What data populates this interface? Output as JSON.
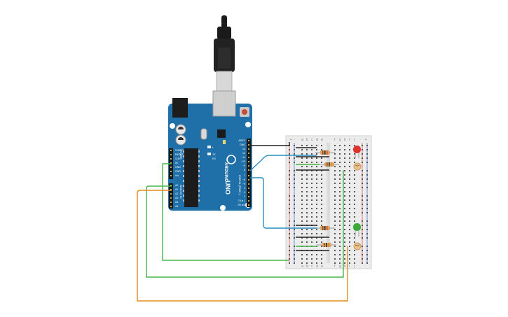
{
  "board": {
    "brand": "ARDUINO",
    "model": "UNO",
    "pin_labels_digital": [
      "AREF",
      "GND",
      "13",
      "12",
      "~11",
      "~10",
      "~9",
      "8",
      "7",
      "~6",
      "~5",
      "4",
      "~3",
      "2",
      "TX►1",
      "RX◄0"
    ],
    "pin_labels_power": [
      "IOREF",
      "RESET",
      "3.3V",
      "5V",
      "GND",
      "GND",
      "Vin"
    ],
    "pin_labels_analog": [
      "A0",
      "A1",
      "A2",
      "A3",
      "A4",
      "A5"
    ],
    "header_power_label": "POWER",
    "header_analog_label": "ANALOG IN",
    "header_digital_label": "DIGITAL (PWM~)",
    "led_label": "L",
    "tx_label": "TX",
    "rx_label": "RX"
  },
  "breadboard": {
    "columns_left": [
      "a",
      "b",
      "c",
      "d",
      "e"
    ],
    "columns_right": [
      "f",
      "g",
      "h",
      "i",
      "j"
    ],
    "plus": "+",
    "minus": "-"
  },
  "components": {
    "led_top_color": "#e0322f",
    "led_bottom_color": "#3aa935"
  },
  "colors": {
    "board_blue": "#1f6fa8",
    "wire_black": "#222222",
    "wire_blue": "#2a8bc4",
    "wire_green": "#43b549",
    "wire_orange": "#e38a1c",
    "breadboard": "#ececec"
  }
}
